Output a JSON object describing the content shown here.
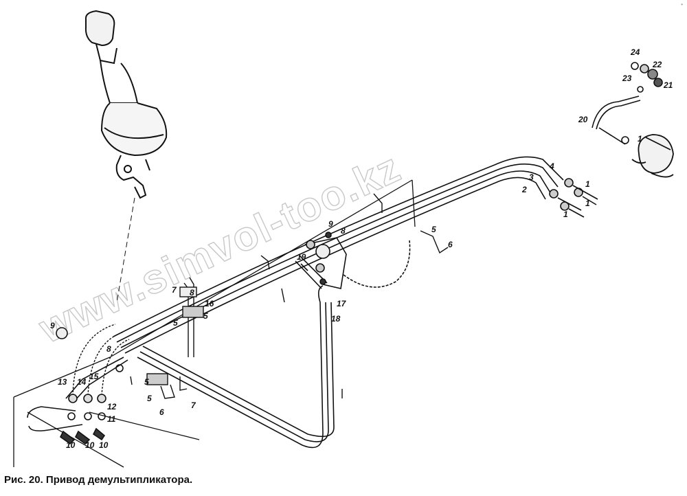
{
  "caption": "Рис. 20. Привод демультипликатора.",
  "watermark": "www.simvol-too.kz",
  "corner_mark": "•",
  "callouts": [
    {
      "key": "c1",
      "text": "1"
    },
    {
      "key": "c2",
      "text": "1"
    },
    {
      "key": "c3",
      "text": "1"
    },
    {
      "key": "c4",
      "text": "1"
    },
    {
      "key": "c5",
      "text": "2"
    },
    {
      "key": "c6",
      "text": "3"
    },
    {
      "key": "c7",
      "text": "4"
    },
    {
      "key": "c8",
      "text": "5"
    },
    {
      "key": "c9",
      "text": "5"
    },
    {
      "key": "c10",
      "text": "5"
    },
    {
      "key": "c11",
      "text": "5"
    },
    {
      "key": "c12",
      "text": "5"
    },
    {
      "key": "c13",
      "text": "6"
    },
    {
      "key": "c14",
      "text": "6"
    },
    {
      "key": "c15",
      "text": "7"
    },
    {
      "key": "c16",
      "text": "7"
    },
    {
      "key": "c17",
      "text": "8"
    },
    {
      "key": "c18",
      "text": "8"
    },
    {
      "key": "c19",
      "text": "8"
    },
    {
      "key": "c20",
      "text": "9"
    },
    {
      "key": "c21",
      "text": "9"
    },
    {
      "key": "c22",
      "text": "10"
    },
    {
      "key": "c23",
      "text": "10"
    },
    {
      "key": "c24",
      "text": "10"
    },
    {
      "key": "c25",
      "text": "11"
    },
    {
      "key": "c26",
      "text": "12"
    },
    {
      "key": "c27",
      "text": "13"
    },
    {
      "key": "c28",
      "text": "14"
    },
    {
      "key": "c29",
      "text": "15"
    },
    {
      "key": "c30",
      "text": "16"
    },
    {
      "key": "c31",
      "text": "17"
    },
    {
      "key": "c32",
      "text": "18"
    },
    {
      "key": "c33",
      "text": "19"
    },
    {
      "key": "c34",
      "text": "20"
    },
    {
      "key": "c35",
      "text": "21"
    },
    {
      "key": "c36",
      "text": "22"
    },
    {
      "key": "c37",
      "text": "23"
    },
    {
      "key": "c38",
      "text": "24"
    }
  ]
}
